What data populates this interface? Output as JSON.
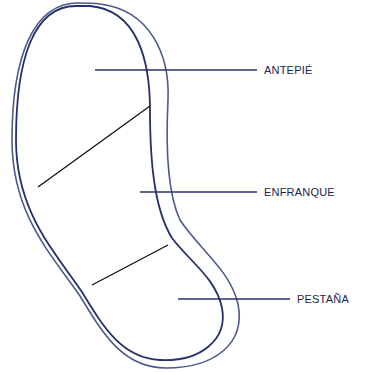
{
  "diagram": {
    "labels": [
      "ANTEPIÉ",
      "ENFRANQUE",
      "PESTAÑA"
    ]
  }
}
